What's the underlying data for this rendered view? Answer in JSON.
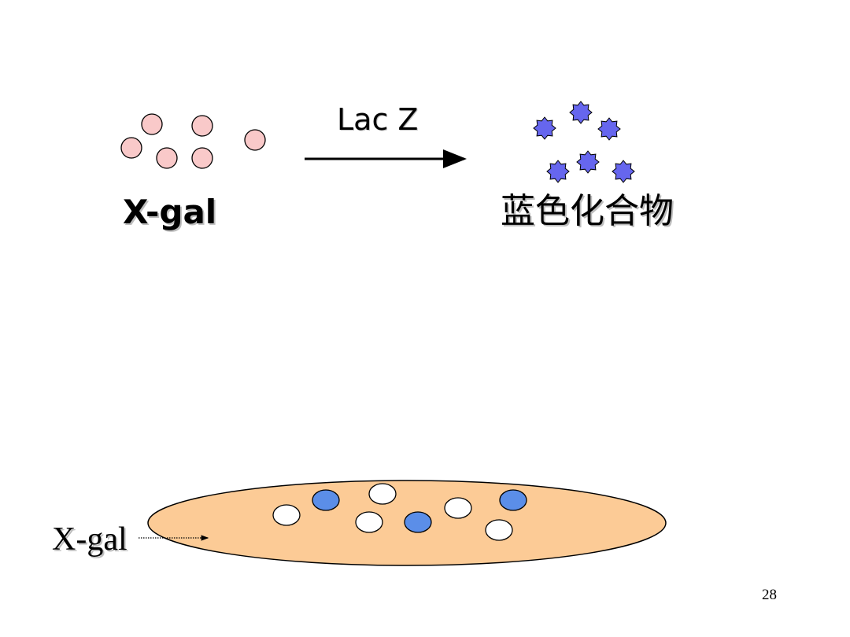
{
  "reaction": {
    "enzyme": "Lac Z",
    "substrate": "X-gal",
    "product": "蓝色化合物"
  },
  "plate": {
    "label": "X-gal",
    "colonies": [
      "white",
      "blue",
      "white",
      "white",
      "blue",
      "white",
      "blue",
      "white"
    ]
  },
  "page_number": "28",
  "colors": {
    "substrate_fill": "#f9c9c9",
    "product_fill": "#6666ee",
    "plate_fill": "#fccb96",
    "blue_colony": "#5b8ee8",
    "white_colony": "#ffffff",
    "outline": "#000000"
  }
}
